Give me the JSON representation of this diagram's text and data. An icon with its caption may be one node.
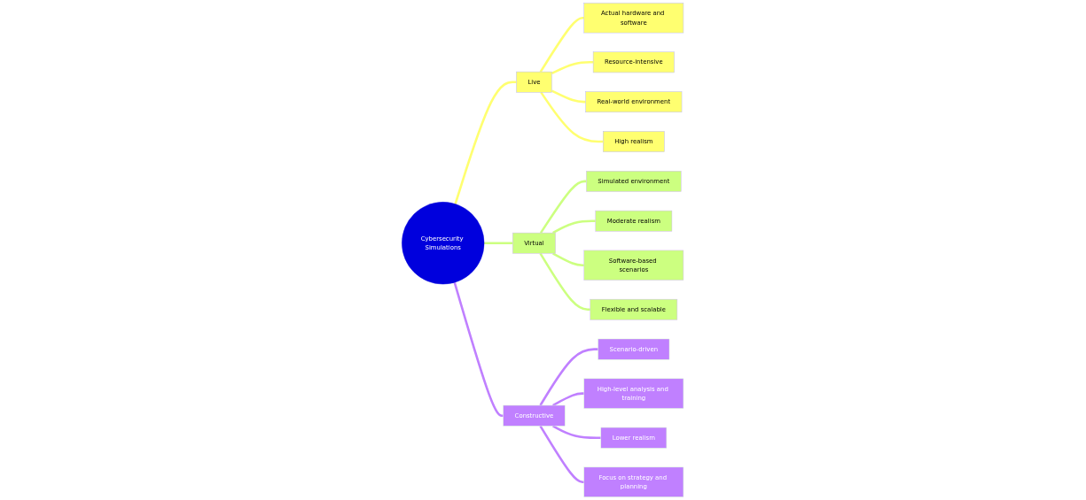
{
  "diagram": {
    "nodes": [
      {
        "text": [
          "Cybersecurity Simulations"
        ]
      },
      {
        "text": [
          "Live"
        ]
      },
      {
        "text": [
          "Actual hardware and software"
        ]
      },
      {
        "text": [
          "Resource-intensive"
        ]
      },
      {
        "text": [
          "Real-world environment"
        ]
      },
      {
        "text": [
          "High realism"
        ]
      },
      {
        "text": [
          "Virtual"
        ]
      },
      {
        "text": [
          "Simulated environment"
        ]
      },
      {
        "text": [
          "Moderate realism"
        ]
      },
      {
        "text": [
          "Software-based scenarios"
        ]
      },
      {
        "text": [
          "Flexible and scalable"
        ]
      },
      {
        "text": [
          "Constructive"
        ]
      },
      {
        "text": [
          "Scenario-driven"
        ]
      },
      {
        "text": [
          "High-level analysis and training"
        ]
      },
      {
        "text": [
          "Lower realism"
        ]
      },
      {
        "text": [
          "Focus on strategy and planning"
        ]
      }
    ],
    "edges": [
      {
        "from": 0,
        "to": 1,
        "arrow": "none",
        "color": "#ffff70"
      },
      {
        "from": 1,
        "to": 2,
        "arrow": "none",
        "color": "#ffff70"
      },
      {
        "from": 1,
        "to": 3,
        "arrow": "none",
        "color": "#ffff70"
      },
      {
        "from": 1,
        "to": 4,
        "arrow": "none",
        "color": "#ffff70"
      },
      {
        "from": 1,
        "to": 5,
        "arrow": "none",
        "color": "#ffff70"
      },
      {
        "from": 0,
        "to": 6,
        "arrow": "none",
        "color": "#ccff80"
      },
      {
        "from": 6,
        "to": 7,
        "arrow": "none",
        "color": "#ccff80"
      },
      {
        "from": 6,
        "to": 8,
        "arrow": "none",
        "color": "#ccff80"
      },
      {
        "from": 6,
        "to": 9,
        "arrow": "none",
        "color": "#ccff80"
      },
      {
        "from": 6,
        "to": 10,
        "arrow": "none",
        "color": "#ccff80"
      },
      {
        "from": 0,
        "to": 11,
        "arrow": "none",
        "color": "#c080ff"
      },
      {
        "from": 11,
        "to": 12,
        "arrow": "none",
        "color": "#c080ff"
      },
      {
        "from": 11,
        "to": 13,
        "arrow": "none",
        "color": "#c080ff"
      },
      {
        "from": 11,
        "to": 14,
        "arrow": "none",
        "color": "#c080ff"
      },
      {
        "from": 11,
        "to": 15,
        "arrow": "none",
        "color": "#c080ff"
      }
    ]
  }
}
